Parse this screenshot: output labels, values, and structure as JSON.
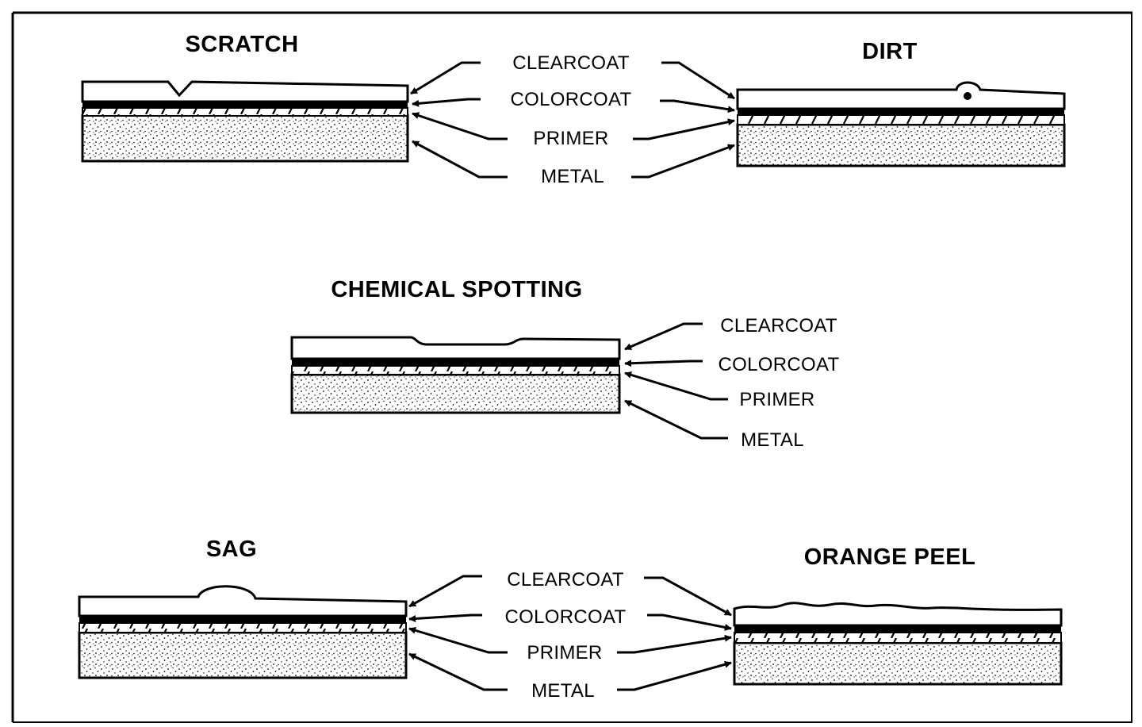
{
  "panels": {
    "scratch": {
      "title": "SCRATCH"
    },
    "dirt": {
      "title": "DIRT"
    },
    "chemical": {
      "title": "CHEMICAL SPOTTING"
    },
    "sag": {
      "title": "SAG"
    },
    "orange": {
      "title": "ORANGE PEEL"
    }
  },
  "layers": {
    "top": {
      "clearcoat": "CLEARCOAT",
      "colorcoat": "COLORCOAT",
      "primer": "PRIMER",
      "metal": "METAL"
    },
    "middle": {
      "clearcoat": "CLEARCOAT",
      "colorcoat": "COLORCOAT",
      "primer": "PRIMER",
      "metal": "METAL"
    },
    "bottom": {
      "clearcoat": "CLEARCOAT",
      "colorcoat": "COLORCOAT",
      "primer": "PRIMER",
      "metal": "METAL"
    }
  }
}
